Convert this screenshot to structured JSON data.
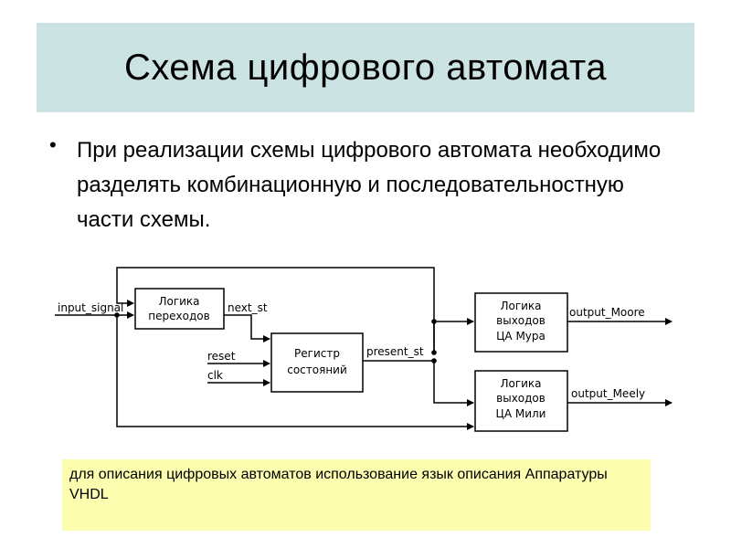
{
  "slide": {
    "title": "Схема цифрового автомата",
    "bullet_icon": "bullet-dot",
    "bullet_text": "При реализации схемы цифрового автомата необходимо разделять комбинационную и последовательностную части схемы.",
    "note_text": " для описания цифровых автоматов использование  язык описания Аппаратуры VHDL"
  },
  "diagram": {
    "blocks": {
      "transition_logic": [
        "Логика",
        "переходов"
      ],
      "state_register": [
        "Регистр",
        "состояний"
      ],
      "moore_output_logic": [
        "Логика",
        "выходов",
        "ЦА Мура"
      ],
      "mealy_output_logic": [
        "Логика",
        "выходов",
        "ЦА Мили"
      ]
    },
    "signals": {
      "input_signal": "input_signal",
      "next_st": "next_st",
      "reset": "reset",
      "clk": "clk",
      "present_st": "present_st",
      "output_moore": "output_Moore",
      "output_meely": "output_Meely"
    }
  },
  "colors": {
    "title_bar": "#cce3e3",
    "note_background": "#fdfdb0"
  }
}
